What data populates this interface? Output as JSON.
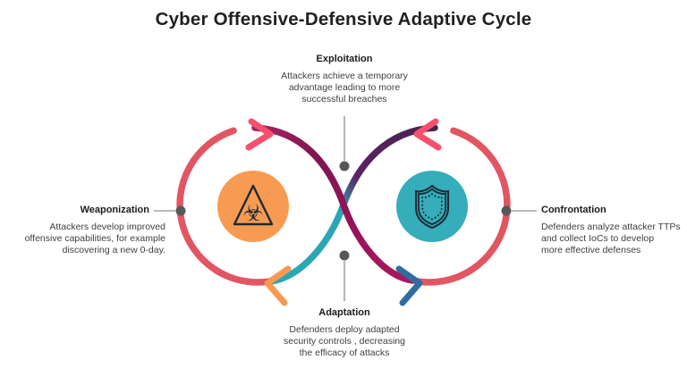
{
  "title": "Cyber Offensive-Defensive Adaptive Cycle",
  "sections": {
    "exploitation": {
      "label": "Exploitation",
      "lines": [
        "Attackers achieve a temporary",
        "advantage leading to more",
        "successful breaches"
      ]
    },
    "weaponization": {
      "label": "Weaponization",
      "lines": [
        "Attackers develop improved",
        "offensive capabilities, for example",
        "discovering a new 0-day."
      ]
    },
    "confrontation": {
      "label": "Confrontation",
      "lines": [
        "Defenders analyze attacker TTPs",
        "and collect IoCs to develop",
        "more effective defenses"
      ]
    },
    "adaptation": {
      "label": "Adaptation",
      "lines": [
        "Defenders deploy adapted",
        "security controls , decreasing",
        "the efficacy of attacks"
      ]
    }
  },
  "icons": {
    "offense": "biohazard-icon",
    "defense": "shield-icon",
    "biohazard_glyph": "☣"
  },
  "palette": {
    "coral": "#e15662",
    "strandA_start": "#aa2263",
    "maroon": "#7d1751",
    "magenta_mid": "#96125a",
    "magenta_end": "#ac195e",
    "purple": "#47224f",
    "purple_deep": "#5c2263",
    "teal": "#2aa7b4",
    "arrow_pink": "#f5506e",
    "arrow_orange": "#f79a50",
    "arrow_blue": "#2f6da0",
    "offense_fill": "#f89b52",
    "defense_fill": "#35adba",
    "icon_dark": "#1c2b33",
    "connector": "#8f8f8f",
    "dot": "#575757",
    "title_text": "#212121",
    "body_text": "#3f3f3f"
  }
}
